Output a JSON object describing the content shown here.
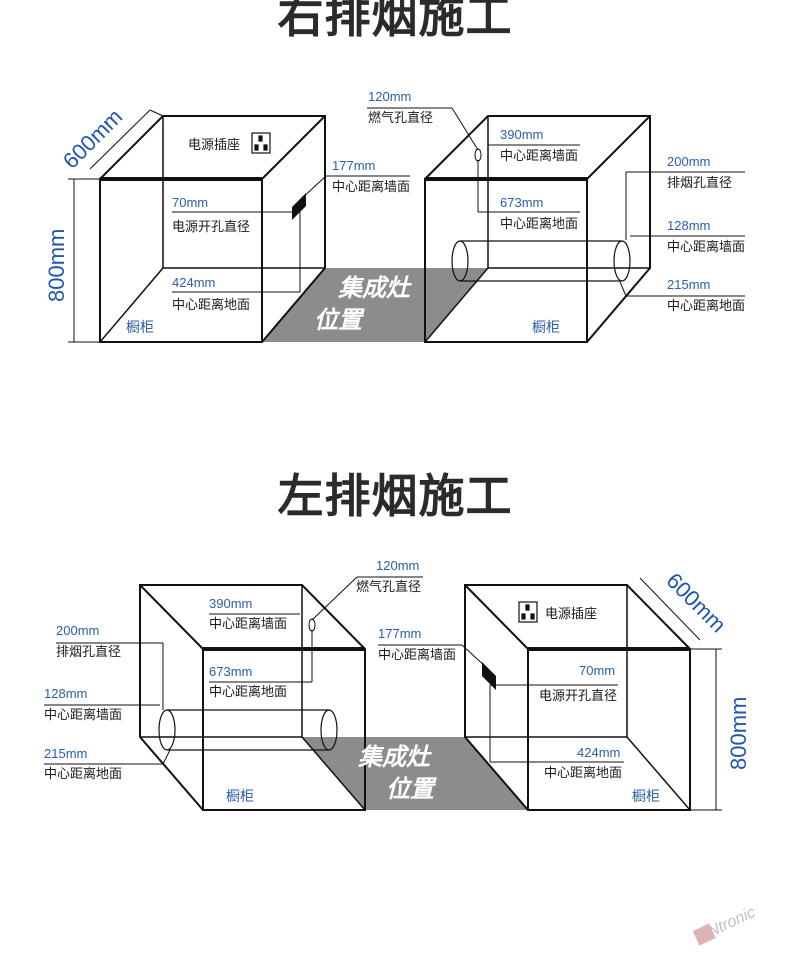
{
  "right": {
    "title": "右排烟施工",
    "socket_label": "电源插座",
    "stove_line1": "集成灶",
    "stove_line2": "位置",
    "cabinet_left": "橱柜",
    "cabinet_right": "橱柜",
    "depth": "600mm",
    "height": "800mm",
    "socket_hole_value": "70mm",
    "socket_hole_desc": "电源开孔直径",
    "socket_floor_value": "424mm",
    "socket_floor_desc": "中心距离地面",
    "socket_wall_value": "177mm",
    "socket_wall_desc": "中心距离墙面",
    "gas_value": "120mm",
    "gas_desc": "燃气孔直径",
    "gas_wall_value": "390mm",
    "gas_wall_desc": "中心距离墙面",
    "gas_floor_value": "673mm",
    "gas_floor_desc": "中心距离地面",
    "smoke_value": "200mm",
    "smoke_desc": "排烟孔直径",
    "smoke_wall_value": "128mm",
    "smoke_wall_desc": "中心距离墙面",
    "smoke_floor_value": "215mm",
    "smoke_floor_desc": "中心距离地面"
  },
  "left": {
    "title": "左排烟施工",
    "socket_label": "电源插座",
    "stove_line1": "集成灶",
    "stove_line2": "位置",
    "cabinet_left": "橱柜",
    "cabinet_right": "橱柜",
    "depth": "600mm",
    "height": "800mm",
    "gas_value": "120mm",
    "gas_desc": "燃气孔直径",
    "gas_wall_value": "390mm",
    "gas_wall_desc": "中心距离墙面",
    "gas_floor_value": "673mm",
    "gas_floor_desc": "中心距离地面",
    "smoke_value": "200mm",
    "smoke_desc": "排烟孔直径",
    "smoke_wall_value": "128mm",
    "smoke_wall_desc": "中心距离墙面",
    "smoke_floor_value": "215mm",
    "smoke_floor_desc": "中心距离地面",
    "socket_wall_value": "177mm",
    "socket_wall_desc": "中心距离墙面",
    "socket_hole_value": "70mm",
    "socket_hole_desc": "电源开孔直径",
    "socket_floor_value": "424mm",
    "socket_floor_desc": "中心距离地面"
  },
  "watermark": "CNtronic",
  "colors": {
    "accent": "#1f56b0",
    "stove_fill": "#8c8c8c",
    "line": "#111111"
  }
}
